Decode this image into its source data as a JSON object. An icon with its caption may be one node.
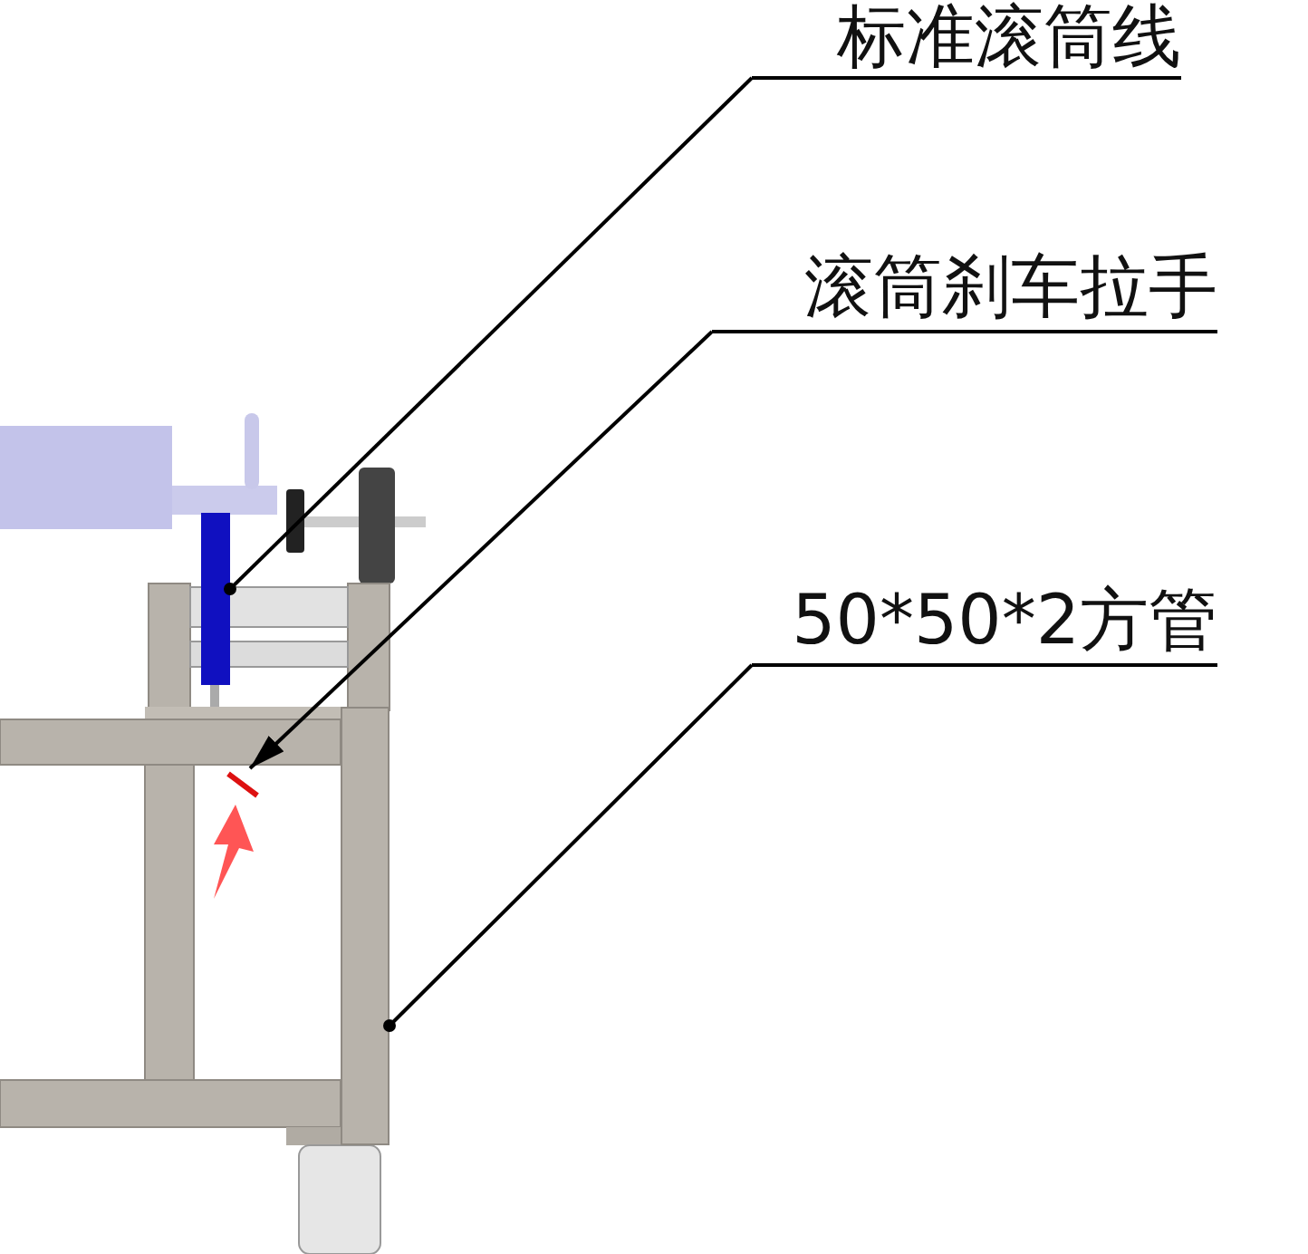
{
  "diagram": {
    "nodes": [
      {
        "text": [
          "标准滚筒线"
        ]
      },
      {
        "text": [
          "滚筒刹车拉手"
        ]
      },
      {
        "text": [
          "50*50*2方管"
        ]
      },
      {
        "text": [],
        "shape": "bar"
      },
      {
        "text": [],
        "shape": "bar"
      },
      {
        "text": [],
        "shape": "bar"
      }
    ],
    "edges": [
      {
        "from": 0,
        "to": 3,
        "arrow": "other"
      },
      {
        "from": 1,
        "to": 4,
        "arrow": "to"
      },
      {
        "from": 2,
        "to": 5,
        "arrow": "other"
      }
    ]
  }
}
